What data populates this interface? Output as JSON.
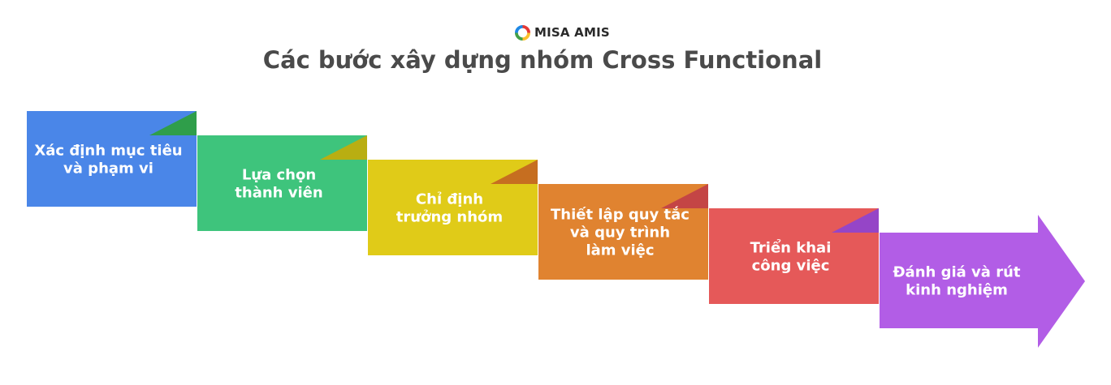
{
  "brand": {
    "logo_text": "MISA AMIS"
  },
  "title": "Các bước xây dựng nhóm Cross Functional",
  "steps": [
    {
      "lines": [
        "Xác định mục tiêu",
        "và phạm vi"
      ],
      "color": "#4a86e8",
      "fold_color": "#2f9e4a"
    },
    {
      "lines": [
        "Lựa chọn",
        "thành viên"
      ],
      "color": "#3ec47c",
      "fold_color": "#b9ae12"
    },
    {
      "lines": [
        "Chỉ định",
        "trưởng nhóm"
      ],
      "color": "#e0cb18",
      "fold_color": "#c66e20"
    },
    {
      "lines": [
        "Thiết lập quy tắc",
        "và quy trình",
        "làm việc"
      ],
      "color": "#e08330",
      "fold_color": "#c44545"
    },
    {
      "lines": [
        "Triển khai",
        "công việc"
      ],
      "color": "#e55959",
      "fold_color": "#9545c7"
    },
    {
      "lines": [
        "Đánh giá và rút",
        "kinh nghiệm"
      ],
      "color": "#b25de6"
    }
  ]
}
